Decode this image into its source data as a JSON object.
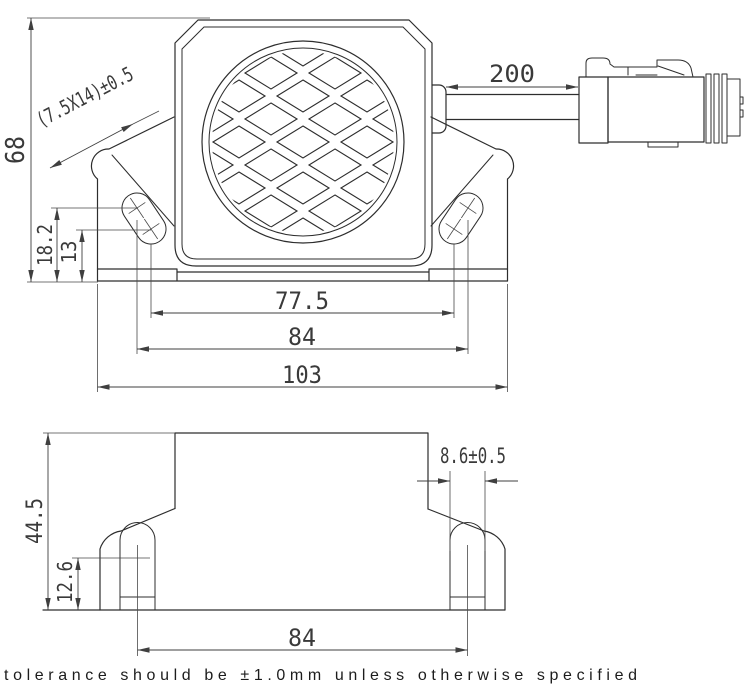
{
  "front_view": {
    "dim_total_height": "68",
    "dim_slot_size": "(7.5X14)±0.5",
    "dim_slot_upper_center_height": "18.2",
    "dim_slot_lower_center_height": "13",
    "dim_slot_centers_inner_span": "77.5",
    "dim_slot_centers_outer_span": "84",
    "dim_flange_width": "103",
    "dim_cable_length": "200"
  },
  "bottom_view": {
    "dim_total_depth": "44.5",
    "dim_hole_center_height": "12.6",
    "dim_slot_width": "8.6±0.5",
    "dim_hole_span": "84"
  },
  "note": "tolerance should be ±1.0mm unless otherwise specified",
  "colors": {
    "line": "#2d2d2d",
    "dimension": "#3f3f3f",
    "note_text": "#1c1c1c",
    "background": "#ffffff"
  }
}
